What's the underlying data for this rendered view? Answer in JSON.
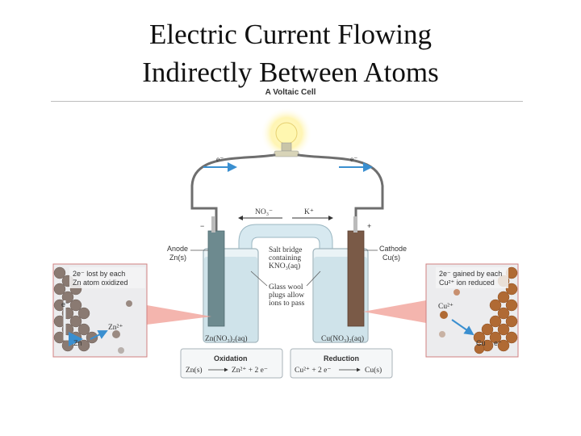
{
  "title_line1": "Electric Current Flowing",
  "title_line2": "Indirectly Between Atoms",
  "subtitle": "A Voltaic Cell",
  "wire": {
    "left_electron": "e⁻",
    "right_electron": "e⁻"
  },
  "bridge": {
    "nitrate": "NO₃⁻",
    "potassium": "K⁺"
  },
  "anode": {
    "sign": "−",
    "label": "Anode",
    "formula": "Zn(s)"
  },
  "cathode": {
    "sign": "+",
    "label": "Cathode",
    "formula": "Cu(s)"
  },
  "salt_bridge": {
    "line1": "Salt bridge",
    "line2": "containing",
    "line3": "KNO₃(aq)"
  },
  "glass_wool": {
    "line1": "Glass wool",
    "line2": "plugs allow",
    "line3": "ions to pass"
  },
  "solutions": {
    "left": "Zn(NO₃)₂(aq)",
    "right": "Cu(NO₃)₂(aq)"
  },
  "oxidation": {
    "title": "Oxidation",
    "lhs": "Zn(s)",
    "rhs": "Zn²⁺ + 2 e⁻"
  },
  "reduction": {
    "title": "Reduction",
    "lhs": "Cu²⁺ + 2 e⁻",
    "rhs": "Cu(s)"
  },
  "left_inset": {
    "line1": "2e⁻ lost by each",
    "line2": "Zn atom oxidized",
    "ion": "Zn²⁺",
    "atom": "Zn",
    "electron": "e⁻"
  },
  "right_inset": {
    "line1": "2e⁻ gained by each",
    "line2": "Cu²⁺ ion reduced",
    "ion": "Cu²⁺",
    "atom": "Cu",
    "electron": "e⁻"
  },
  "colors": {
    "zinc": "#6d8a8f",
    "copper": "#7a5a47",
    "solution": "#cfe3ea",
    "arrow": "#3a8fd0",
    "pointer": "#e87c74"
  }
}
